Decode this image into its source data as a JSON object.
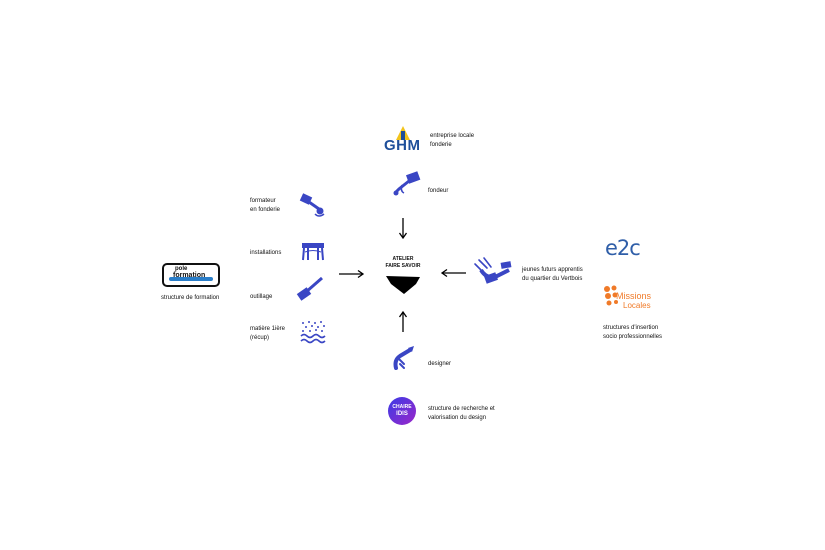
{
  "center": {
    "line1": "ATELIER",
    "line2": "FAIRE SAVOIR"
  },
  "top": {
    "logo_text": "GHM",
    "org_label": [
      "entreprise locale",
      "fonderie"
    ],
    "person_label": "fondeur"
  },
  "left": {
    "logo_line1": "pole",
    "logo_line2": "formation",
    "org_label": "structure de formation",
    "items": [
      {
        "label": [
          "formateur",
          "en fonderie"
        ],
        "icon": "pouring-ladle-icon"
      },
      {
        "label": [
          "installations"
        ],
        "icon": "workbench-icon"
      },
      {
        "label": [
          "outillage"
        ],
        "icon": "hammer-icon"
      },
      {
        "label": [
          "matière 1ière",
          "(récup)"
        ],
        "icon": "sand-material-icon"
      }
    ]
  },
  "right": {
    "person_label": [
      "jeunes futurs apprentis",
      "du quartier du Vertbois"
    ],
    "logo1_text": "e2c",
    "logo2_line1": "Missions",
    "logo2_line2": "Locales",
    "org_label": [
      "structures d'insertion",
      "socio professionnelles"
    ]
  },
  "bottom": {
    "person_label": "designer",
    "logo_line1": "CHAIRE",
    "logo_line2": "IDIS",
    "org_label": [
      "structure de recherche et",
      "valorisation du design"
    ]
  },
  "colors": {
    "icon_blue": "#3a46c4",
    "ghm_blue": "#1f4f9a",
    "ghm_yellow": "#f2c41c",
    "missions_orange": "#f07a28",
    "chaire_gradient": [
      "#3b3be6",
      "#9b27c9"
    ],
    "text": "#111111"
  }
}
